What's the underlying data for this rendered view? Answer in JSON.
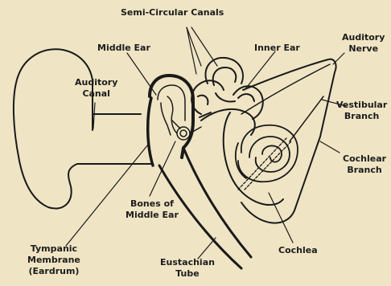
{
  "labels": {
    "semi_circular_canals": "Semi-Circular Canals",
    "middle_ear": "Middle Ear",
    "inner_ear": "Inner Ear",
    "auditory_nerve": [
      "Auditory",
      "Nerve"
    ],
    "auditory_canal": [
      "Auditory",
      "Canal"
    ],
    "vestibular_branch": [
      "Vestibular",
      "Branch"
    ],
    "cochlear_branch": [
      "Cochlear",
      "Branch"
    ],
    "bones_of_middle_ear": [
      "Bones of",
      "Middle Ear"
    ],
    "cochlea": "Cochlea",
    "tympanic_membrane": [
      "Tympanic",
      "Membrane",
      "(Eardrum)"
    ],
    "eustachian_tube": [
      "Eustachian",
      "Tube"
    ]
  },
  "colors": {
    "background": "#efe4c4",
    "ink": "#1a1a1a"
  }
}
